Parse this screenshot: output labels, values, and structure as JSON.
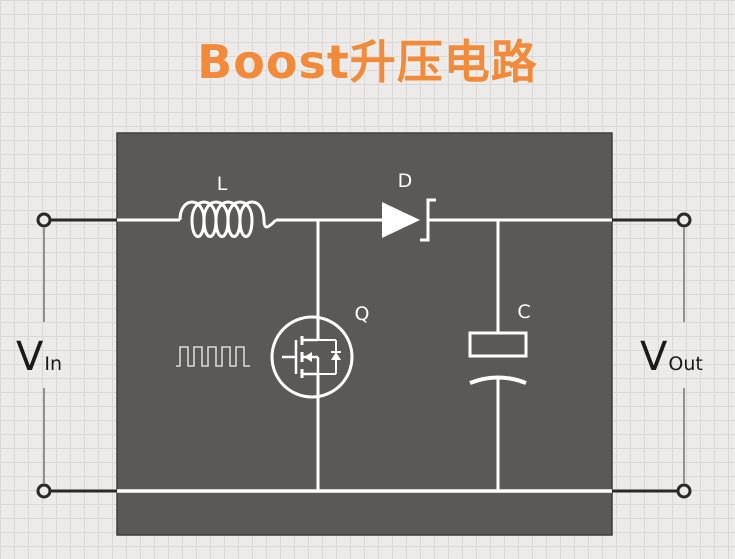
{
  "title": "Boost升压电路",
  "labels": {
    "inductor": "L",
    "diode": "D",
    "mosfet": "Q",
    "capacitor": "C"
  },
  "terminals": {
    "input_main": "V",
    "input_sub": "In",
    "output_main": "V",
    "output_sub": "Out"
  },
  "colors": {
    "title": "#f28a3a",
    "panel": "#5a5958",
    "wire": "#ffffff"
  }
}
